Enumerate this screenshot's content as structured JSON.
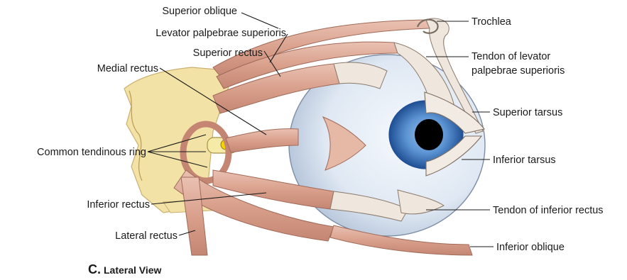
{
  "figure": {
    "caption_letter": "C.",
    "caption_text": "Lateral View"
  },
  "labels": {
    "superior_oblique": "Superior oblique",
    "levator_palpebrae_superioris": "Levator palpebrae superioris",
    "superior_rectus": "Superior rectus",
    "medial_rectus": "Medial rectus",
    "common_tendinous_ring": "Common tendinous ring",
    "inferior_rectus": "Inferior rectus",
    "lateral_rectus": "Lateral rectus",
    "trochlea": "Trochlea",
    "tendon_of_levator_line1": "Tendon of levator",
    "tendon_of_levator_line2": "palpebrae superioris",
    "superior_tarsus": "Superior tarsus",
    "inferior_tarsus": "Inferior tarsus",
    "tendon_of_inferior_rectus": "Tendon of inferior rectus",
    "inferior_oblique": "Inferior oblique"
  },
  "colors": {
    "muscle": "#e3b4a4",
    "muscle_dark": "#b97a68",
    "bone": "#f0dfa0",
    "sclera": "#e8eef6",
    "iris": "#4a86c8",
    "pupil": "#000000"
  }
}
